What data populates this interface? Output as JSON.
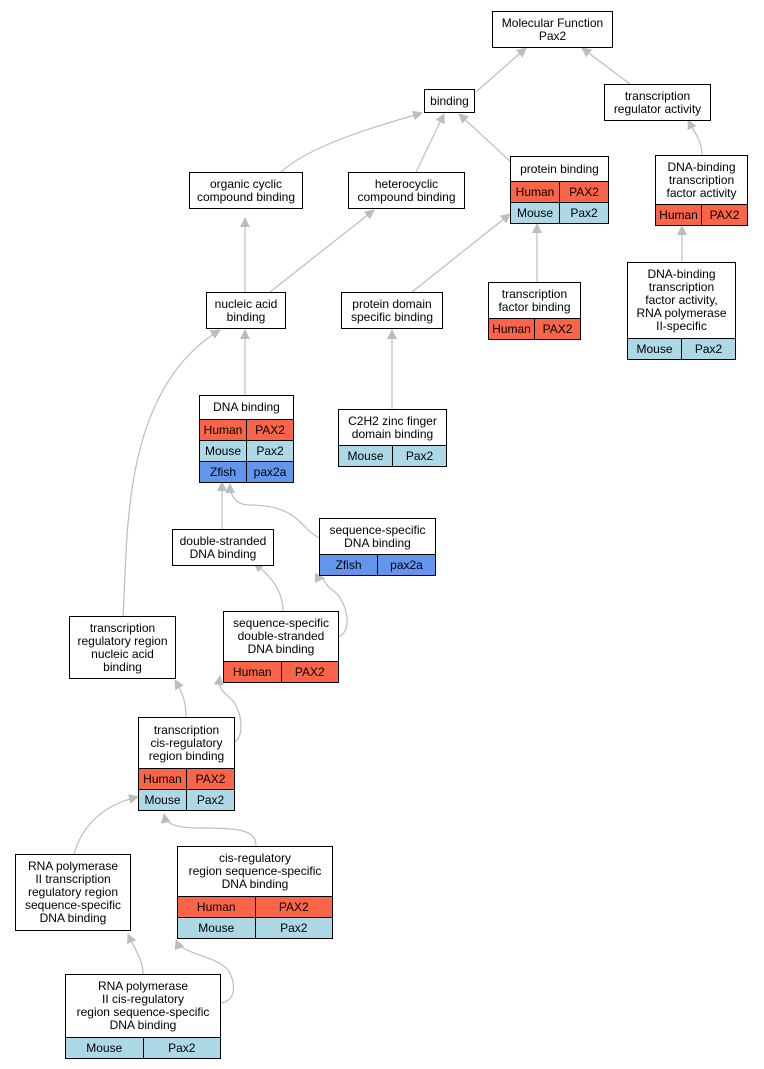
{
  "nodes": {
    "molecular_function": {
      "title": "Molecular Function\nPax2"
    },
    "binding": {
      "title": "binding"
    },
    "transcription_regulator_activity": {
      "title": "transcription\nregulator activity"
    },
    "organic_cyclic_compound_binding": {
      "title": "organic cyclic\ncompound binding"
    },
    "heterocyclic_compound_binding": {
      "title": "heterocyclic\ncompound binding"
    },
    "protein_binding": {
      "title": "protein binding",
      "rows": [
        {
          "org": "Human",
          "gene": "PAX2"
        },
        {
          "org": "Mouse",
          "gene": "Pax2"
        }
      ]
    },
    "dna_binding_tf_activity": {
      "title": "DNA-binding\ntranscription\nfactor activity",
      "rows": [
        {
          "org": "Human",
          "gene": "PAX2"
        }
      ]
    },
    "nucleic_acid_binding": {
      "title": "nucleic acid\nbinding"
    },
    "protein_domain_specific_binding": {
      "title": "protein domain\nspecific binding"
    },
    "transcription_factor_binding": {
      "title": "transcription\nfactor binding",
      "rows": [
        {
          "org": "Human",
          "gene": "PAX2"
        }
      ]
    },
    "dna_binding_tf_activity_pol2": {
      "title": "DNA-binding\ntranscription\nfactor activity,\nRNA polymerase\nII-specific",
      "rows": [
        {
          "org": "Mouse",
          "gene": "Pax2"
        }
      ]
    },
    "dna_binding": {
      "title": "DNA binding",
      "rows": [
        {
          "org": "Human",
          "gene": "PAX2"
        },
        {
          "org": "Mouse",
          "gene": "Pax2"
        },
        {
          "org": "Zfish",
          "gene": "pax2a"
        }
      ]
    },
    "c2h2_zinc_finger_domain_binding": {
      "title": "C2H2 zinc finger\ndomain binding",
      "rows": [
        {
          "org": "Mouse",
          "gene": "Pax2"
        }
      ]
    },
    "double_stranded_dna_binding": {
      "title": "double-stranded\nDNA binding"
    },
    "sequence_specific_dna_binding": {
      "title": "sequence-specific\nDNA binding",
      "rows": [
        {
          "org": "Zfish",
          "gene": "pax2a"
        }
      ]
    },
    "sequence_specific_ds_dna_binding": {
      "title": "sequence-specific\ndouble-stranded\nDNA binding",
      "rows": [
        {
          "org": "Human",
          "gene": "PAX2"
        }
      ]
    },
    "transcription_regulatory_region_na_binding": {
      "title": "transcription\nregulatory region\nnucleic acid\nbinding"
    },
    "transcription_cis_regulatory_region_binding": {
      "title": "transcription\ncis-regulatory\nregion binding",
      "rows": [
        {
          "org": "Human",
          "gene": "PAX2"
        },
        {
          "org": "Mouse",
          "gene": "Pax2"
        }
      ]
    },
    "pol2_transcription_regulatory_region_ssdna_binding": {
      "title": "RNA polymerase\nII transcription\nregulatory region\nsequence-specific\nDNA binding"
    },
    "cis_regulatory_region_ssdna_binding": {
      "title": "cis-regulatory\nregion sequence-specific\nDNA binding",
      "rows": [
        {
          "org": "Human",
          "gene": "PAX2"
        },
        {
          "org": "Mouse",
          "gene": "Pax2"
        }
      ]
    },
    "pol2_cis_regulatory_region_ssdna_binding": {
      "title": "RNA polymerase\nII cis-regulatory\nregion sequence-specific\nDNA binding",
      "rows": [
        {
          "org": "Mouse",
          "gene": "Pax2"
        }
      ]
    }
  },
  "colors": {
    "human": "#fa6448",
    "mouse": "#add8e6",
    "zfish": "#6495ed",
    "edge": "#c0c0c0"
  }
}
